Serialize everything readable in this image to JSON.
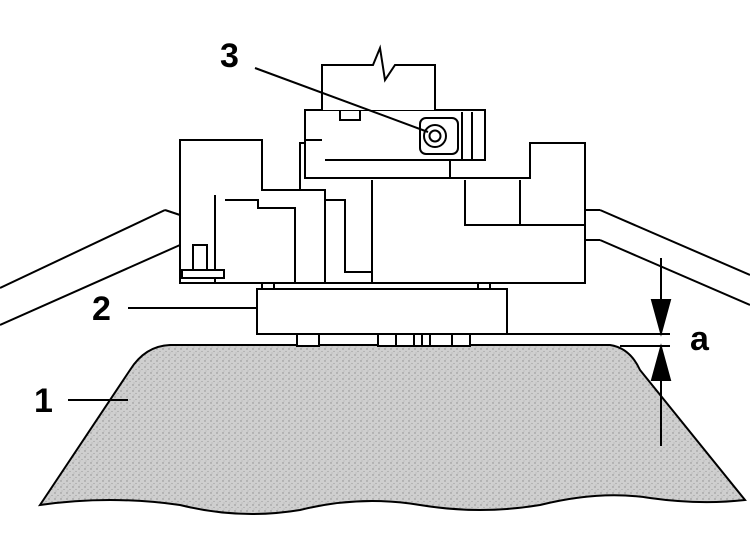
{
  "diagram": {
    "callouts": [
      {
        "id": "1",
        "text": "1"
      },
      {
        "id": "2",
        "text": "2"
      },
      {
        "id": "3",
        "text": "3"
      }
    ],
    "dimension": {
      "text": "a"
    },
    "colors": {
      "stroke": "#000000",
      "background": "#ffffff",
      "base_fill": "#c8c8c8"
    }
  }
}
